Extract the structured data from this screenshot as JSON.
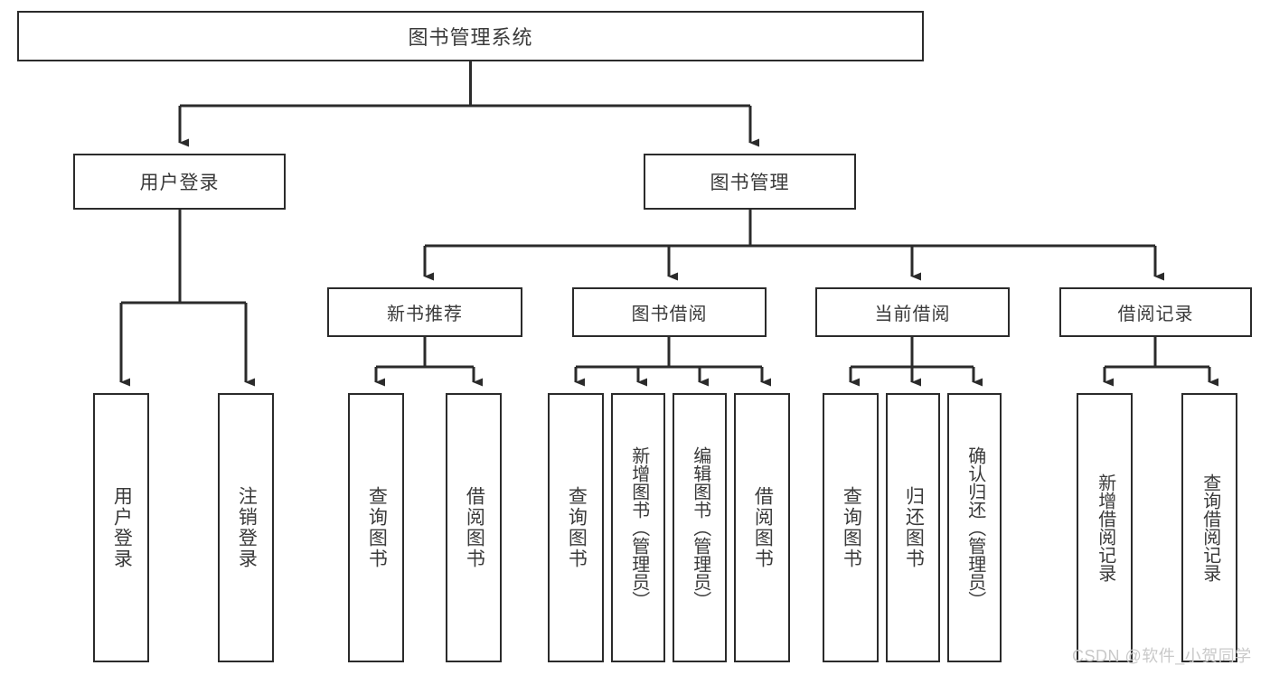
{
  "diagram": {
    "title": "图书管理系统",
    "watermark": "CSDN @软件_小贺同学",
    "line_color": "#2b2b2b",
    "text_color": "#3a3a3a",
    "background_color": "#ffffff",
    "watermark_color": "#c9c9c9"
  },
  "root": {
    "label": "图书管理系统"
  },
  "branches": [
    {
      "label": "用户登录"
    },
    {
      "label": "图书管理"
    }
  ],
  "subgroups": [
    {
      "label": "新书推荐"
    },
    {
      "label": "图书借阅"
    },
    {
      "label": "当前借阅"
    },
    {
      "label": "借阅记录"
    }
  ],
  "leaves": {
    "user_login": [
      {
        "label": "用户登录"
      },
      {
        "label": "注销登录"
      }
    ],
    "new_book": [
      {
        "label": "查询图书"
      },
      {
        "label": "借阅图书"
      }
    ],
    "book_borrow": [
      {
        "label": "查询图书"
      },
      {
        "label": "新增图书（管理员）"
      },
      {
        "label": "编辑图书（管理员）"
      },
      {
        "label": "借阅图书"
      }
    ],
    "current_borrow": [
      {
        "label": "查询图书"
      },
      {
        "label": "归还图书"
      },
      {
        "label": "确认归还（管理员）"
      }
    ],
    "borrow_record": [
      {
        "label": "新增借阅记录"
      },
      {
        "label": "查询借阅记录"
      }
    ]
  }
}
